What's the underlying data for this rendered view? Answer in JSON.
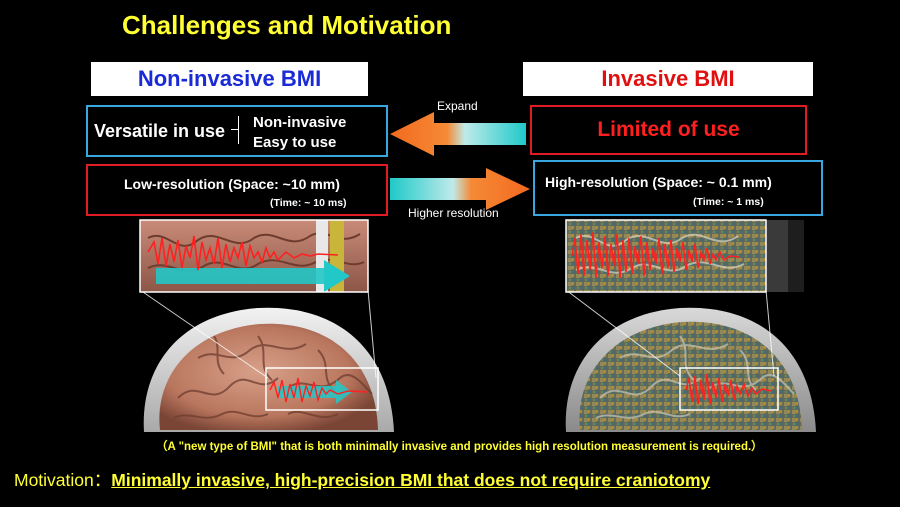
{
  "title": "Challenges and Motivation",
  "left_column": {
    "header": "Non-invasive BMI",
    "versatile_main": "Versatile in use",
    "versatile_point1": "Non-invasive",
    "versatile_point2": "Easy to use",
    "resolution_space": "Low-resolution (Space:  ~10 mm)",
    "resolution_time": "(Time: ~ 10 ms)"
  },
  "right_column": {
    "header": "Invasive BMI",
    "limited": "Limited of use",
    "resolution_space": "High-resolution (Space: ~ 0.1 mm)",
    "resolution_time": "(Time: ~ 1 ms)"
  },
  "arrows": {
    "expand_label": "Expand",
    "higher_label": "Higher resolution"
  },
  "note": "（A \"new type of BMI\" that is both minimally  invasive and provides high resolution measurement is required.）",
  "motivation": {
    "label": "Motivation：",
    "statement": "Minimally invasive, high-precision BMI that does not require craniotomy"
  },
  "colors": {
    "title_yellow": "#ffff33",
    "blue_text": "#1a2bd6",
    "red_text": "#e01010",
    "frame_blue": "#3aa6e0",
    "frame_red": "#e01b24",
    "arrow_cyan": "#19c8c8",
    "arrow_orange": "#f07020"
  },
  "icons": [
    "brain-illustration-left",
    "brain-illustration-right",
    "eeg-signal-waveform",
    "ecog-signal-waveform"
  ]
}
